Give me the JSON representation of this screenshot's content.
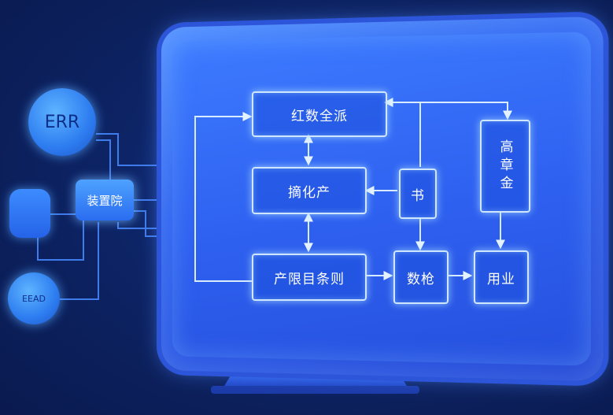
{
  "left_widgets": {
    "circle_top_label": "ERR",
    "side_box_label": "装置院",
    "circle_bottom_label": "EEAD"
  },
  "flow": {
    "top_box": "红数全派",
    "middle_box": "摘化产",
    "bottom_box": "产限目条则",
    "small_box": "书",
    "data_box": "数枪",
    "right_vertical_box": "高章金",
    "right_bottom_box": "用业"
  },
  "colors": {
    "background": "#0a1a4f",
    "screen": "#2e60f0",
    "box_border": "#cfe6ff",
    "connector": "#d9ecff"
  }
}
